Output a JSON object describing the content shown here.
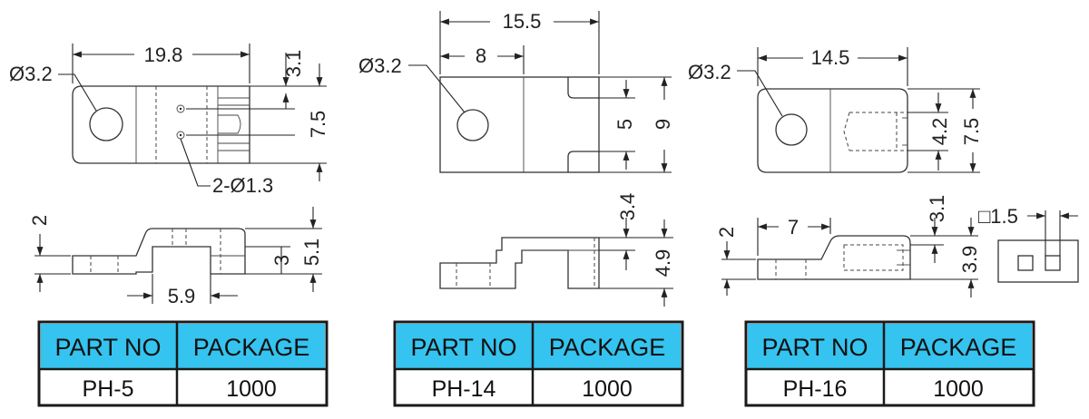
{
  "parts": [
    {
      "dims": {
        "length": "19.8",
        "hole": "Ø3.2",
        "top_offset": "3.1",
        "width": "7.5",
        "pins": "2-Ø1.3",
        "side_height": "2",
        "side_gap": "5.9",
        "side_h1": "3",
        "side_h2": "5.1"
      },
      "table": {
        "header_part": "PART NO",
        "header_pkg": "PACKAGE",
        "part_no": "PH-5",
        "package": "1000"
      }
    },
    {
      "dims": {
        "length": "15.5",
        "hole": "Ø3.2",
        "hole_pos": "8",
        "slot": "5",
        "width": "9",
        "side_top": "3.4",
        "side_h": "4.9"
      },
      "table": {
        "header_part": "PART NO",
        "header_pkg": "PACKAGE",
        "part_no": "PH-14",
        "package": "1000"
      }
    },
    {
      "dims": {
        "length": "14.5",
        "hole": "Ø3.2",
        "slot": "4.2",
        "width": "7.5",
        "side_len": "7",
        "side_height": "2",
        "side_top": "3.1",
        "side_h": "3.9",
        "square": "□1.5"
      },
      "table": {
        "header_part": "PART NO",
        "header_pkg": "PACKAGE",
        "part_no": "PH-16",
        "package": "1000"
      }
    }
  ]
}
